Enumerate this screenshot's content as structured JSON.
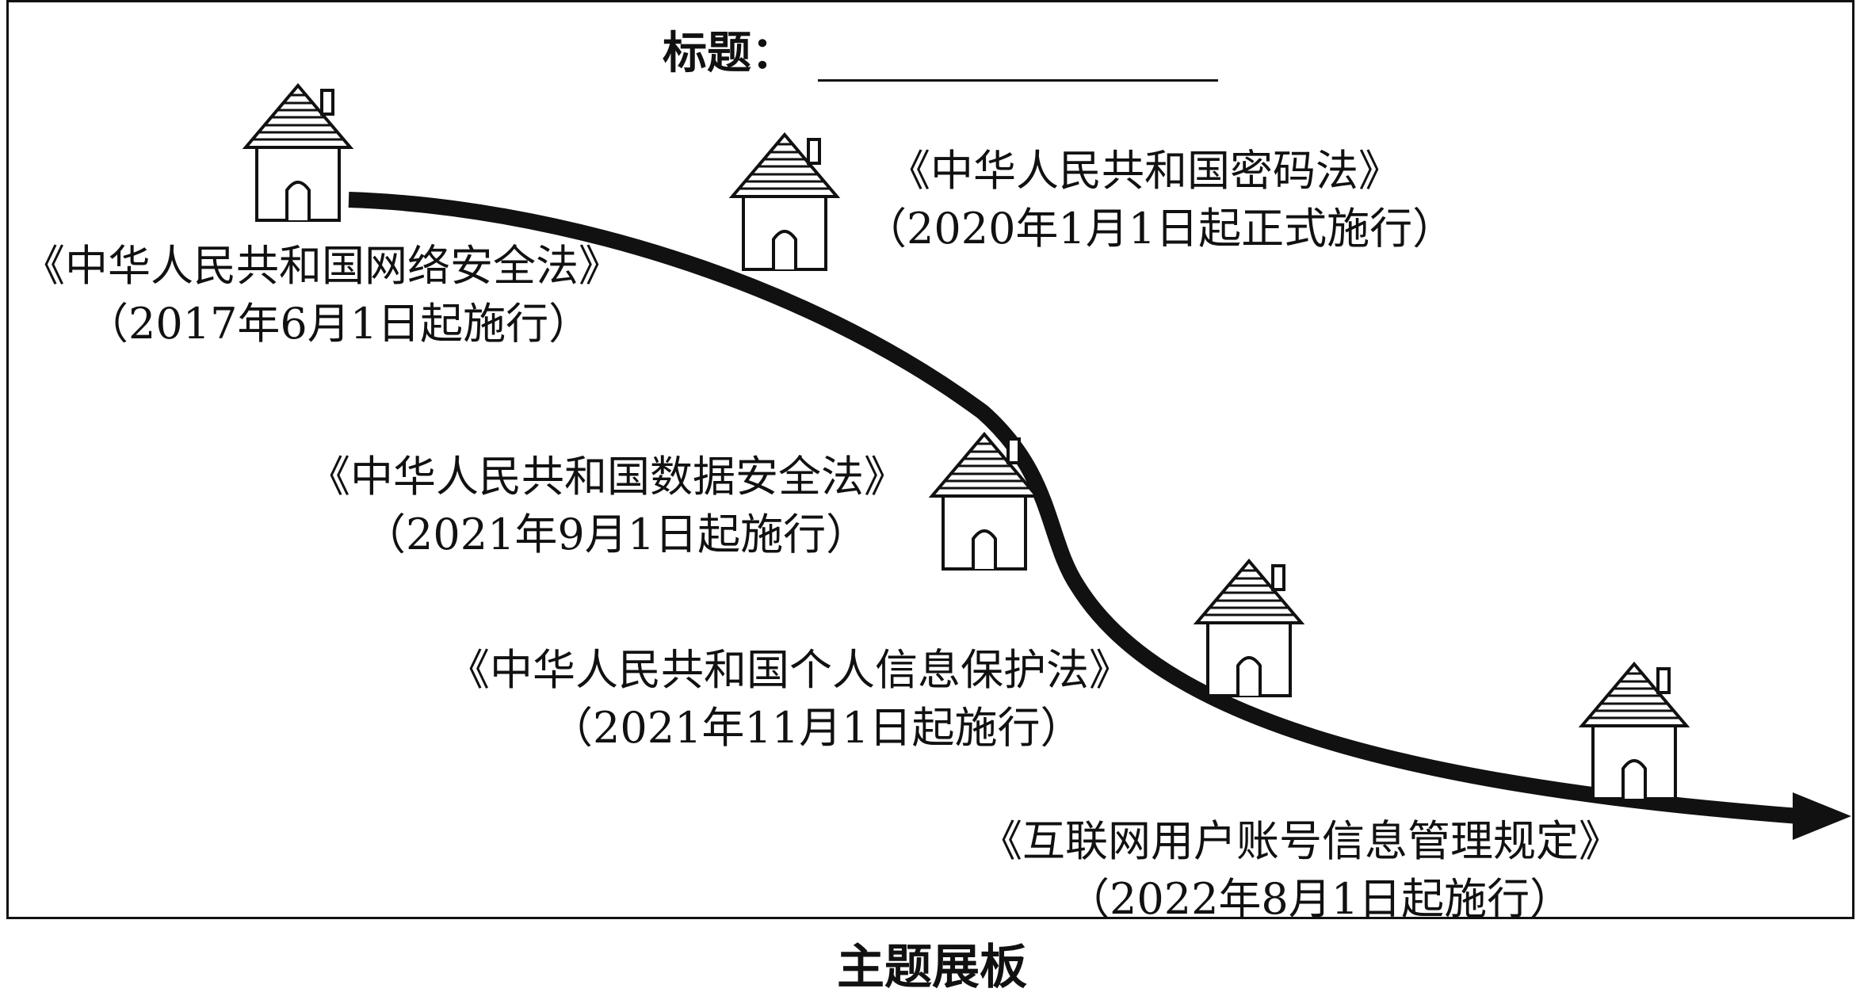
{
  "title": {
    "label": "标题："
  },
  "caption": "主题展板",
  "laws": [
    {
      "name": "《中华人民共和国网络安全法》",
      "date": "（2017年6月1日起施行）"
    },
    {
      "name": "《中华人民共和国密码法》",
      "date": "（2020年1月1日起正式施行）"
    },
    {
      "name": "《中华人民共和国数据安全法》",
      "date": "（2021年9月1日起施行）"
    },
    {
      "name": "《中华人民共和国个人信息保护法》",
      "date": "（2021年11月1日起施行）"
    },
    {
      "name": "《互联网用户账号信息管理规定》",
      "date": "（2022年8月1日起施行）"
    }
  ],
  "houses": [
    "house-icon",
    "house-icon",
    "house-icon",
    "house-icon",
    "house-icon"
  ],
  "colors": {
    "ink": "#111111",
    "background": "#ffffff"
  }
}
